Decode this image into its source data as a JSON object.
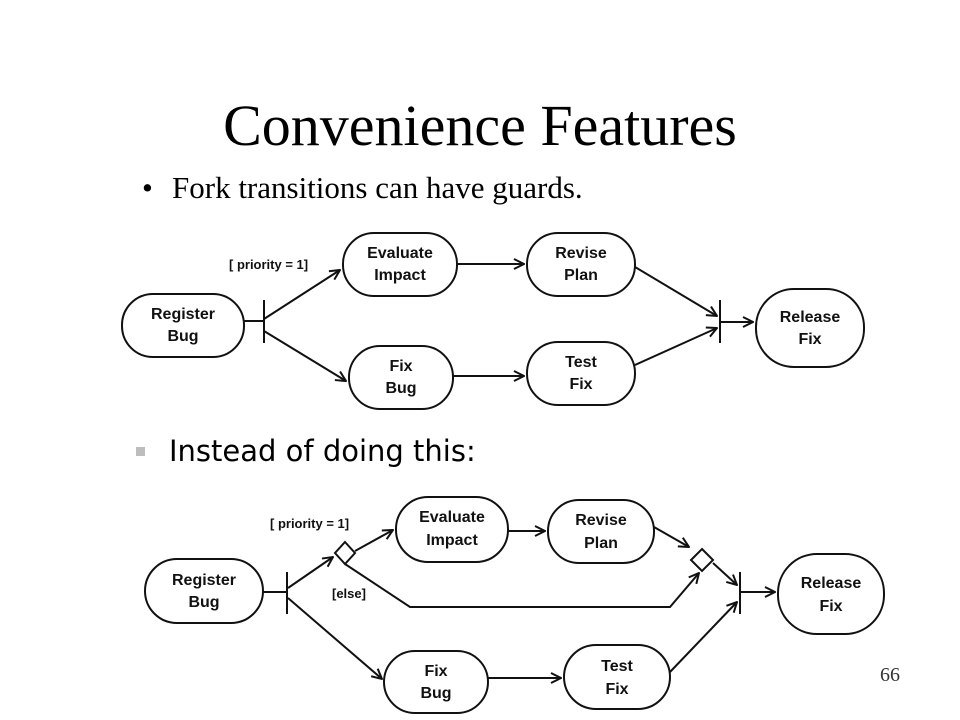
{
  "title": "Convenience Features",
  "bullet1": {
    "marker": "•",
    "text": "Fork transitions can have guards."
  },
  "bullet2": {
    "text": "Instead of doing this:"
  },
  "page_number": "66",
  "diagram1": {
    "guard": "[ priority = 1]",
    "nodes": {
      "register": [
        "Register",
        "Bug"
      ],
      "evaluate": [
        "Evaluate",
        "Impact"
      ],
      "revise": [
        "Revise",
        "Plan"
      ],
      "fix": [
        "Fix",
        "Bug"
      ],
      "test": [
        "Test",
        "Fix"
      ],
      "release": [
        "Release",
        "Fix"
      ]
    }
  },
  "diagram2": {
    "guard": "[ priority = 1]",
    "else_guard": "[else]",
    "nodes": {
      "register": [
        "Register",
        "Bug"
      ],
      "evaluate": [
        "Evaluate",
        "Impact"
      ],
      "revise": [
        "Revise",
        "Plan"
      ],
      "fix": [
        "Fix",
        "Bug"
      ],
      "test": [
        "Test",
        "Fix"
      ],
      "release": [
        "Release",
        "Fix"
      ]
    }
  }
}
